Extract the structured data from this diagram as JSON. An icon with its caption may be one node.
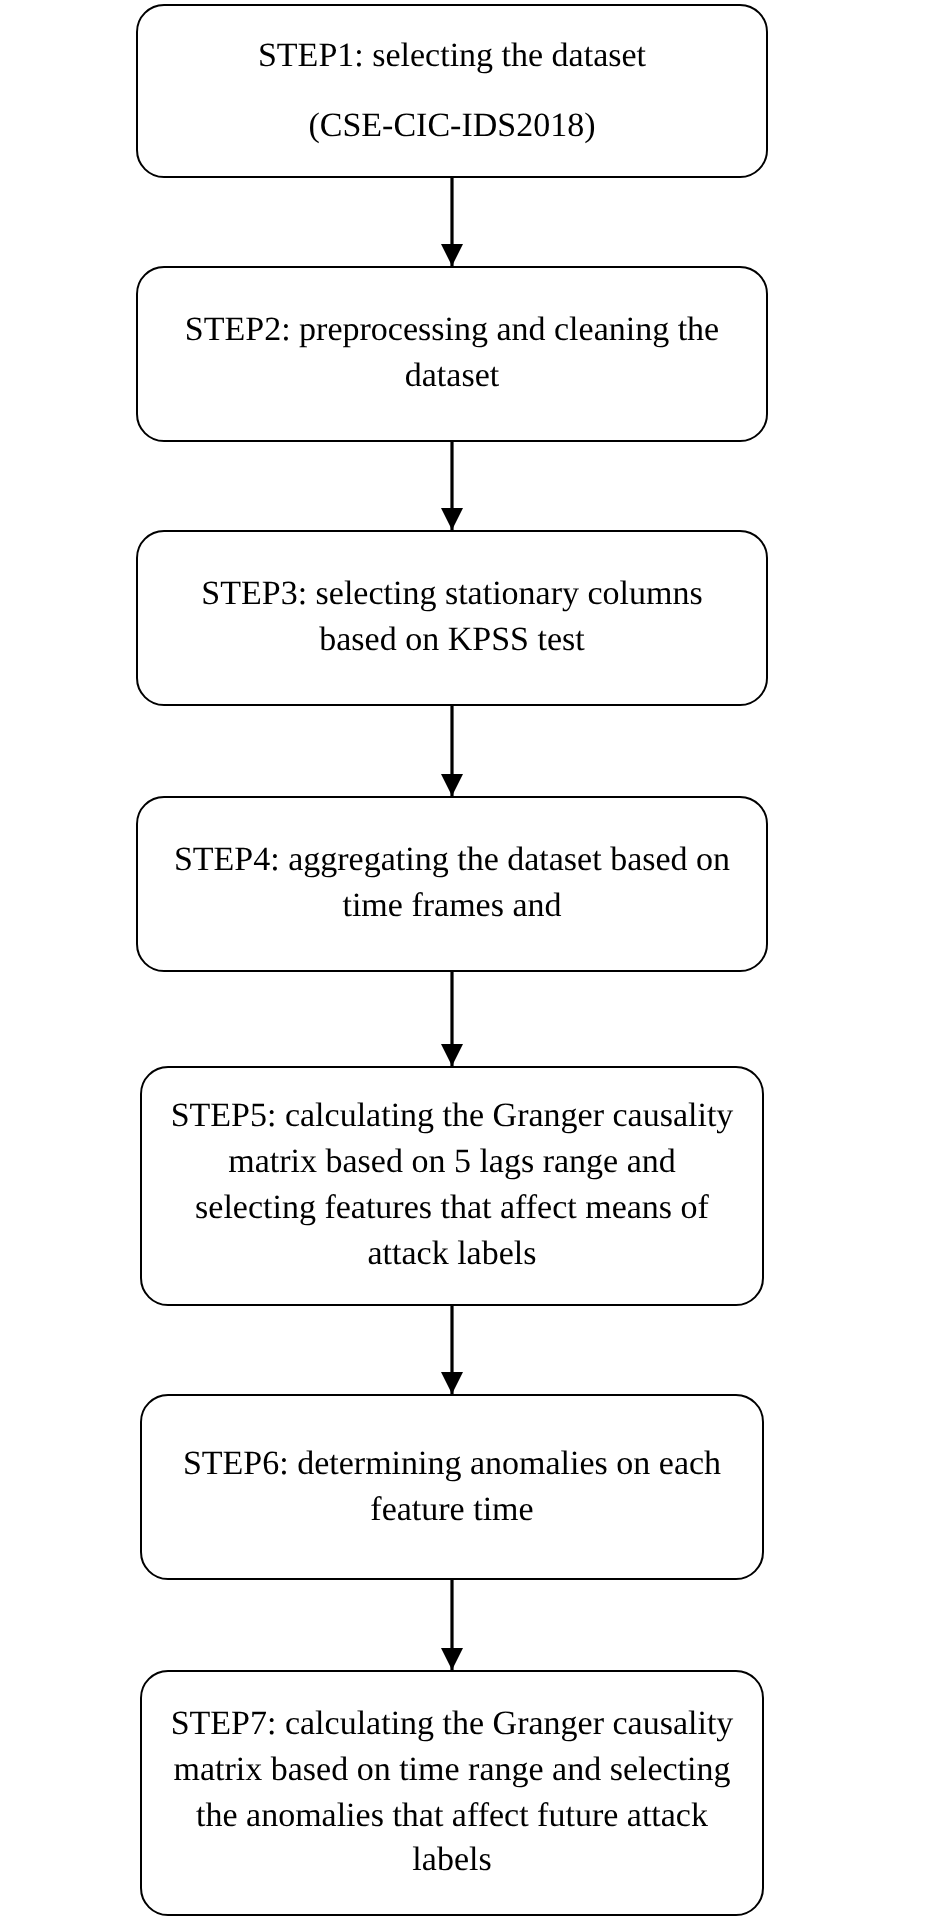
{
  "diagram": {
    "nodes": [
      {
        "text": [
          "STEP1: selecting the dataset",
          "(CSE-CIC-IDS2018)"
        ]
      },
      {
        "text": [
          "STEP2: preprocessing and cleaning the dataset"
        ]
      },
      {
        "text": [
          "STEP3: selecting stationary columns based on KPSS test"
        ]
      },
      {
        "text": [
          "STEP4: aggregating the dataset based on time frames and"
        ]
      },
      {
        "text": [
          "STEP5: calculating the Granger causality matrix based on 5 lags range and selecting features that affect means of attack labels"
        ]
      },
      {
        "text": [
          "STEP6: determining anomalies on each feature time"
        ]
      },
      {
        "text": [
          "STEP7: calculating the Granger causality matrix based on time range and selecting the anomalies that affect future attack labels"
        ]
      }
    ],
    "edges": [
      {
        "from": 0,
        "to": 1,
        "arrow": "to"
      },
      {
        "from": 1,
        "to": 2,
        "arrow": "to"
      },
      {
        "from": 2,
        "to": 3,
        "arrow": "to"
      },
      {
        "from": 3,
        "to": 4,
        "arrow": "to"
      },
      {
        "from": 4,
        "to": 5,
        "arrow": "to"
      },
      {
        "from": 5,
        "to": 6,
        "arrow": "to"
      }
    ]
  }
}
